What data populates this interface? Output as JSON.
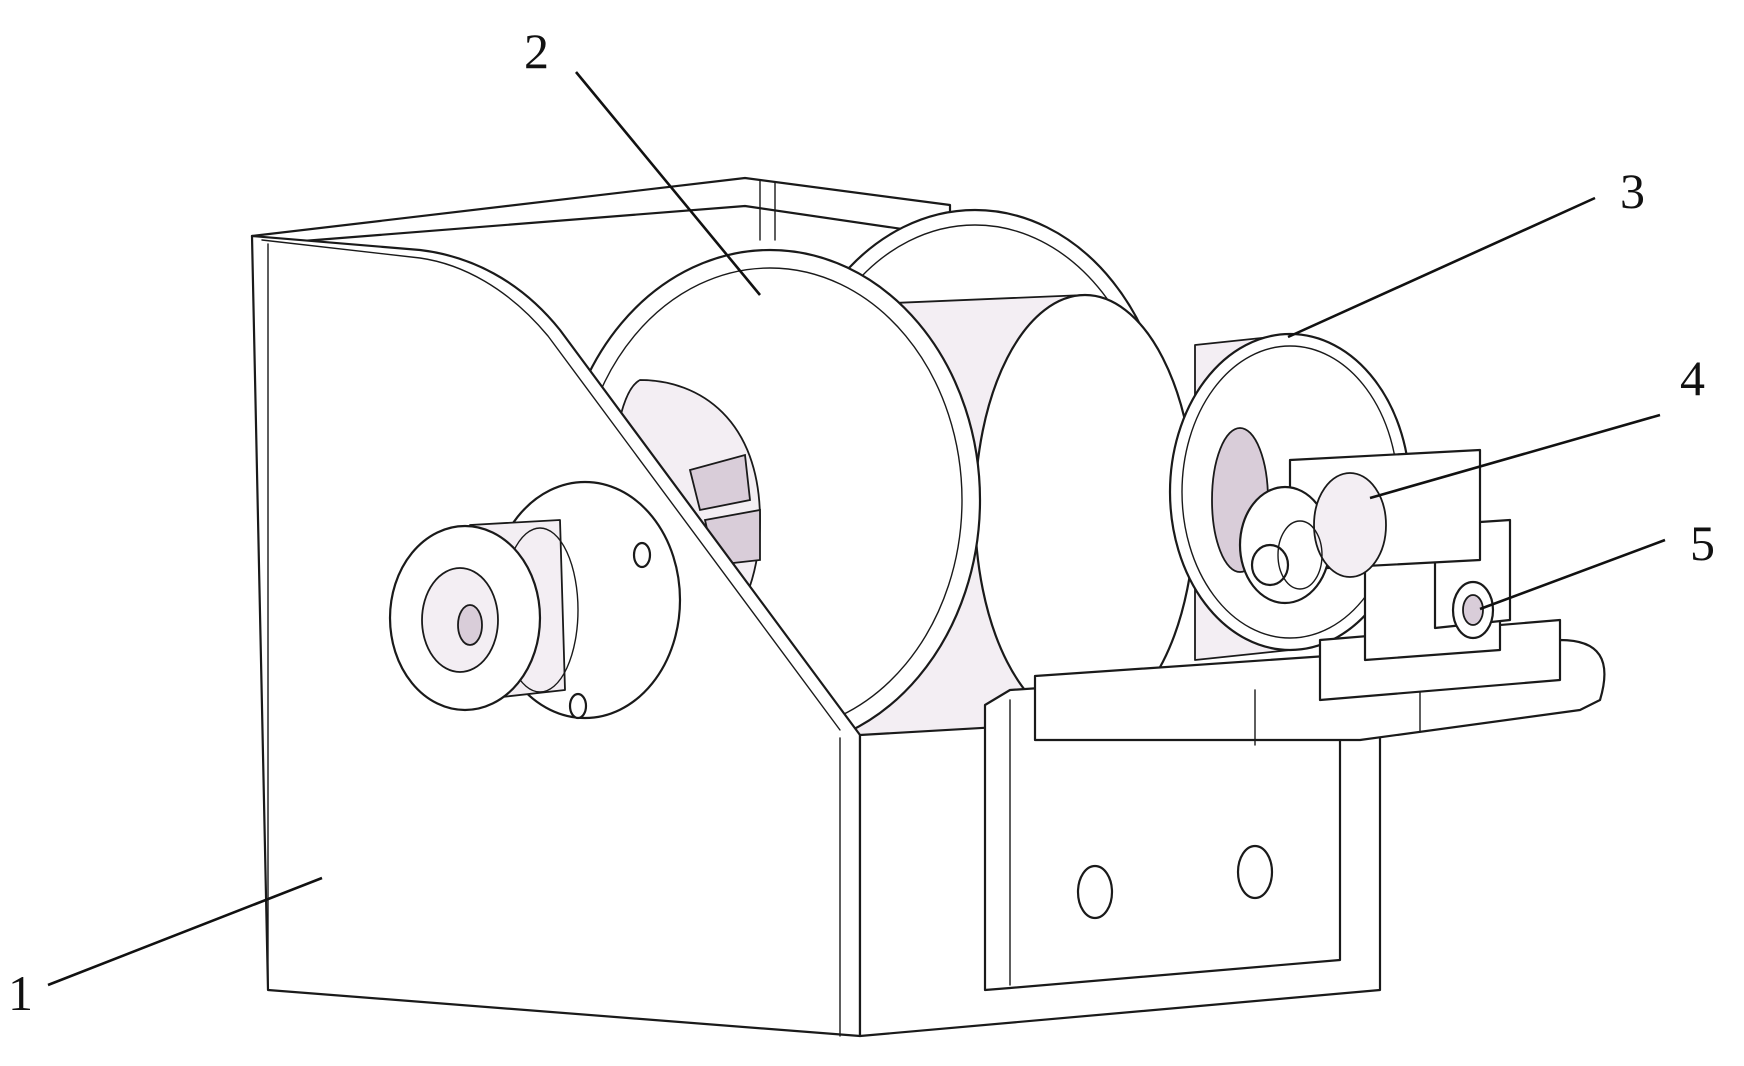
{
  "callouts": {
    "c1": "1",
    "c2": "2",
    "c3": "3",
    "c4": "4",
    "c5": "5"
  },
  "colors": {
    "stroke": "#1a1a1a",
    "shade": "#f3eef3",
    "shade_dark": "#d9cdd9"
  }
}
